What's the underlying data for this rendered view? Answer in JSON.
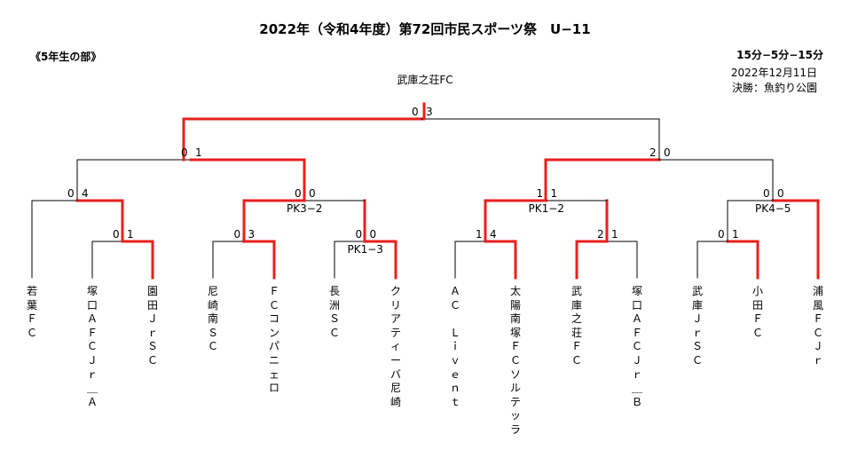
{
  "title": "2022年（令和4年度）第72回市民スポーツ祭　U−11",
  "division": "《5年生の部》",
  "format": "15分−5分−15分",
  "date": "2022年12月11日",
  "venue": "決勝：魚釣り公園",
  "champion": "武庫之荘FC",
  "colors": {
    "winner_path": "#e8201c",
    "line": "#000000"
  },
  "teams": [
    "若葉ＦＣ",
    "塚口ＡＦＣＪｒ＿Ａ",
    "園田ＪｒＳＣ",
    "尼崎南ＳＣ",
    "ＦＣコンパニェロ",
    "長洲ＳＣ",
    "クリアティーバ尼崎",
    "ＡＣ Ｌｉｖｅｎｔ",
    "太陽南塚ＦＣソルテッラ",
    "武庫之荘ＦＣ",
    "塚口ＡＦＣＪｒ＿Ｂ",
    "武庫ＪｒＳＣ",
    "小田ＦＣ",
    "浦風ＦＣＪｒ"
  ],
  "matches": [
    {
      "id": "r1-1",
      "left": "0",
      "right": "1",
      "pk": ""
    },
    {
      "id": "r1-2",
      "left": "0",
      "right": "3",
      "pk": ""
    },
    {
      "id": "r1-3",
      "left": "0",
      "right": "0",
      "pk": "PK1−3"
    },
    {
      "id": "r1-4",
      "left": "1",
      "right": "4",
      "pk": ""
    },
    {
      "id": "r1-5",
      "left": "2",
      "right": "1",
      "pk": ""
    },
    {
      "id": "r1-6",
      "left": "0",
      "right": "1",
      "pk": ""
    },
    {
      "id": "qf-1",
      "left": "0",
      "right": "4",
      "pk": ""
    },
    {
      "id": "qf-2",
      "left": "0",
      "right": "0",
      "pk": "PK3−2"
    },
    {
      "id": "qf-3",
      "left": "1",
      "right": "1",
      "pk": "PK1−2"
    },
    {
      "id": "qf-4",
      "left": "0",
      "right": "0",
      "pk": "PK4−5"
    },
    {
      "id": "sf-1",
      "left": "0",
      "right": "1",
      "pk": ""
    },
    {
      "id": "sf-2",
      "left": "2",
      "right": "0",
      "pk": ""
    },
    {
      "id": "final",
      "left": "0",
      "right": "3",
      "pk": ""
    }
  ]
}
